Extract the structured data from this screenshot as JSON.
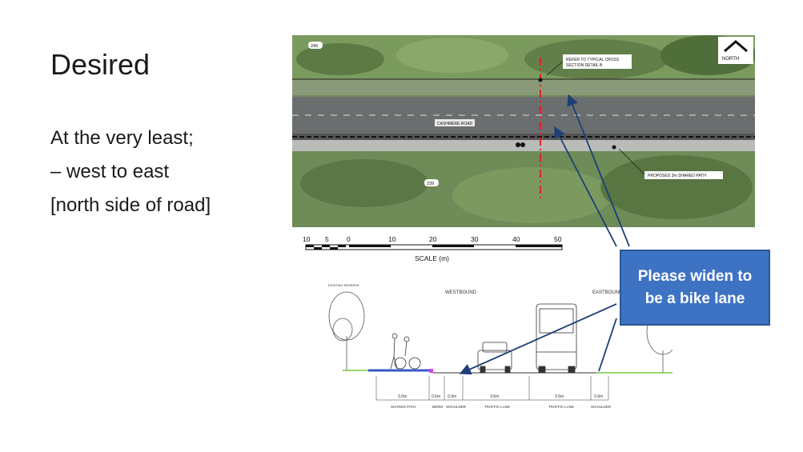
{
  "slide": {
    "title": "Desired",
    "bullets": [
      "At the very least;",
      "– west to east",
      "[north side of road]"
    ]
  },
  "aerial": {
    "road_label": "CASHMERE ROAD",
    "section_note_line1": "REFER TO TYPICAL CROSS",
    "section_note_line2": "SECTION DETAIL B",
    "path_note": "PROPOSED 3m SHARED PATH",
    "north_label": "NORTH",
    "marker_top": "240",
    "marker_bottom": "239"
  },
  "scale_bar": {
    "ticks": [
      "10",
      "5",
      "0",
      "10",
      "20",
      "30",
      "40",
      "50"
    ],
    "label": "SCALE (m)"
  },
  "cross_section": {
    "westbound": "WESTBOUND",
    "eastbound": "EASTBOUND",
    "left_note": "EXISTING RESERVE",
    "dims": [
      "3.0m",
      "0.6m",
      "0.9m",
      "3.5m",
      "3.5m",
      "0.9m"
    ],
    "labels": [
      "SHARED PATH",
      "BERM",
      "SHOULDER",
      "TRAFFIC LANE",
      "TRAFFIC LANE",
      "SHOULDER"
    ]
  },
  "callout": {
    "line1": "Please widen to",
    "line2": "be a bike lane"
  },
  "colors": {
    "callout_bg": "#3e73c4",
    "section_line": "#e0202a",
    "arrow": "#1f3f78"
  }
}
